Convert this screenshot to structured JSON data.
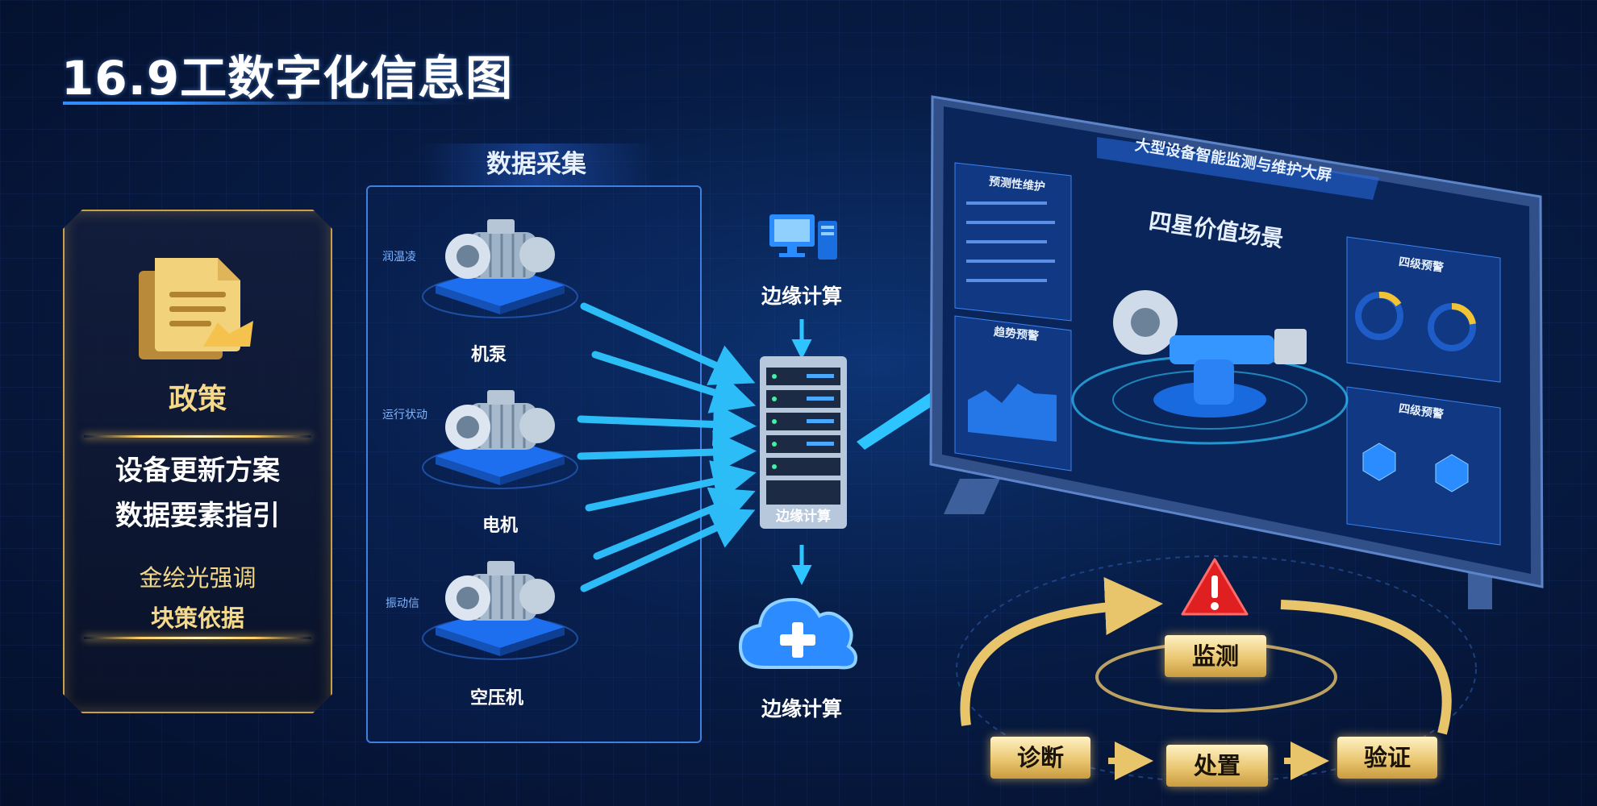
{
  "title": "16.9工数字化信息图",
  "policy": {
    "title": "政策",
    "lines": [
      "设备更新方案",
      "数据要素指引"
    ],
    "gold_lines": [
      "金绘光强调",
      "块策依据"
    ]
  },
  "collection": {
    "header": "数据采集",
    "machines": [
      {
        "label": "机泵",
        "side_label": "润温凌"
      },
      {
        "label": "电机",
        "side_label": "运行状动"
      },
      {
        "label": "空压机",
        "side_label": "振动信"
      }
    ]
  },
  "center": {
    "edge_label_top": "边缘计算",
    "server_label": "边缘计算",
    "edge_label_bottom": "边缘计算"
  },
  "screen": {
    "title": "大型设备智能监测与维护大屏",
    "subtitle": "四星价值场景",
    "panel_maintenance": "预测性维护",
    "panel_trend": "趋势预警",
    "panel_alert_top": "四级预警",
    "panel_alert_bottom": "四级预警"
  },
  "loop": {
    "steps": [
      "监测",
      "诊断",
      "处置",
      "验证"
    ]
  },
  "colors": {
    "accent_blue": "#2f8dff",
    "gold": "#e8c46a",
    "alert_red": "#e02020"
  }
}
